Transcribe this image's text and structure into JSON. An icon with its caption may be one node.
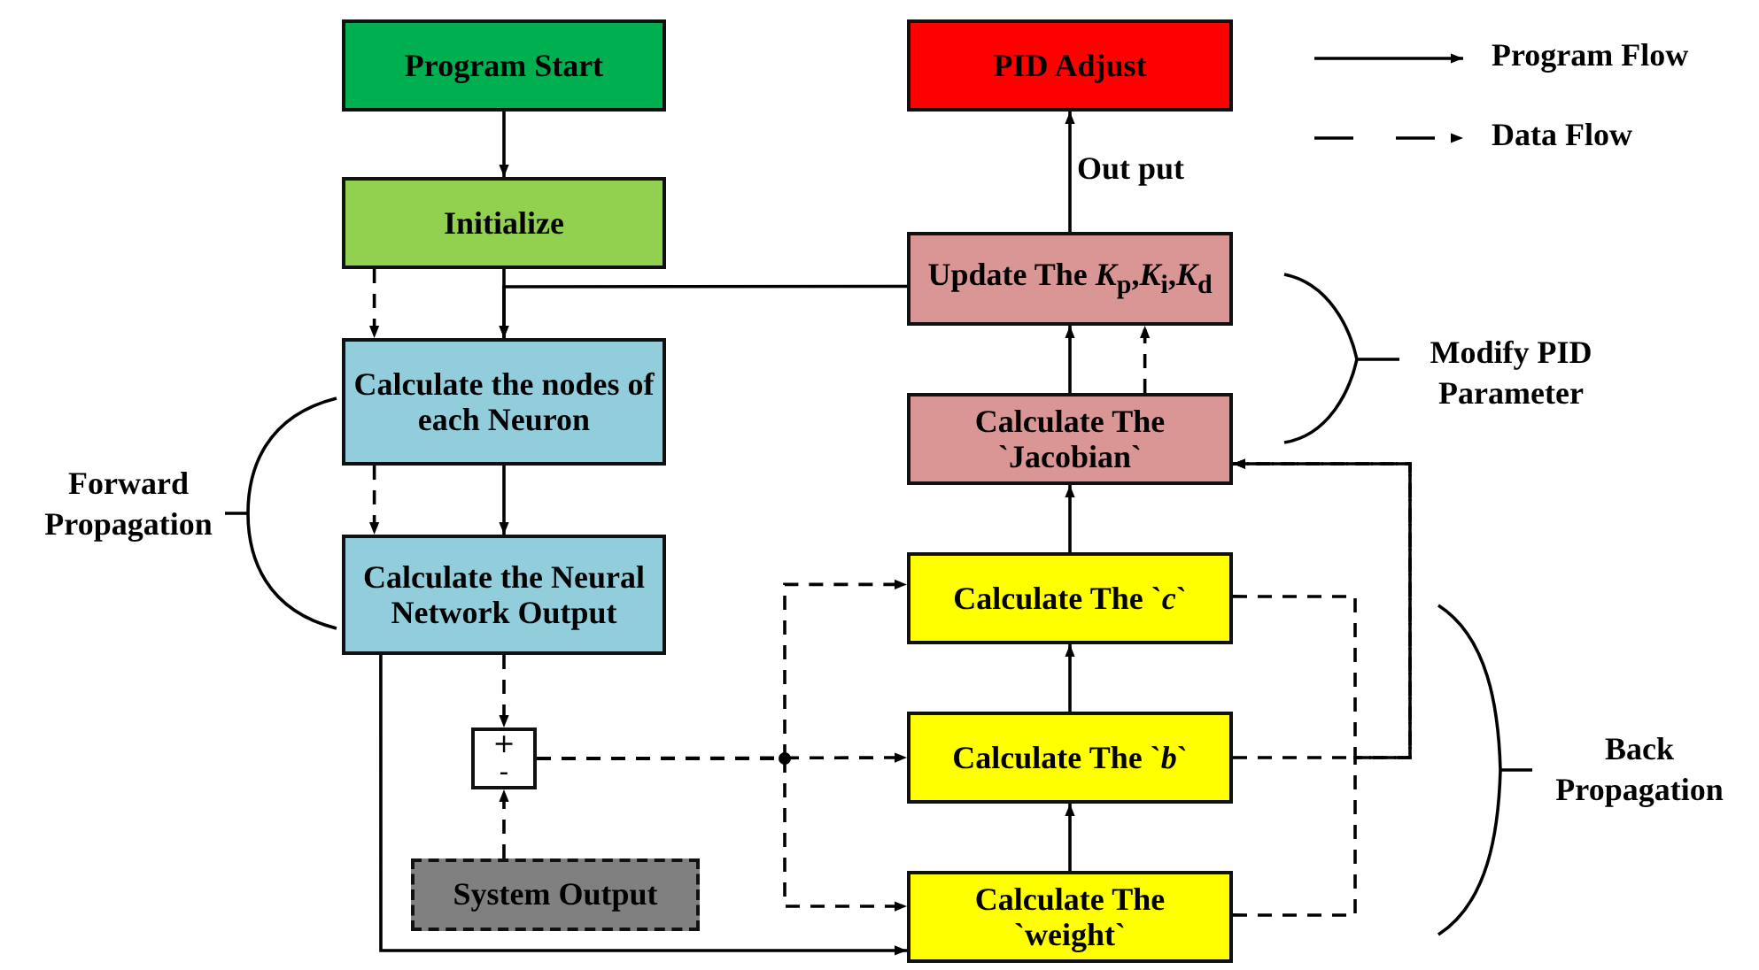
{
  "diagram": {
    "nodes": [
      {
        "text": [
          "Program Start"
        ]
      },
      {
        "text": [
          "Initialize"
        ]
      },
      {
        "text": [
          "Calculate the nodes of each Neuron"
        ]
      },
      {
        "text": [
          "Calculate the Neural Network Output"
        ]
      },
      {
        "text": [
          "+",
          "-"
        ]
      },
      {
        "text": [
          "System Output"
        ]
      },
      {
        "text": [
          "PID Adjust"
        ]
      },
      {
        "text": [
          "Update The *K*$_{p}$,*K*$_{i}$,*K*$_{d}$"
        ]
      },
      {
        "text": [
          "Calculate The `Jacobian`"
        ]
      },
      {
        "text": [
          "Calculate The `*c*`"
        ]
      },
      {
        "text": [
          "Calculate The `*b*`"
        ]
      },
      {
        "text": [
          "Calculate The `weight`"
        ]
      }
    ],
    "edges": [
      {
        "from": 0,
        "to": 1,
        "arrow": "to"
      },
      {
        "from": 1,
        "to": 2,
        "arrow": "to"
      },
      {
        "from": 1,
        "to": 2,
        "arrow": "to",
        "style": "dashed"
      },
      {
        "from": 7,
        "to": 2,
        "arrow": "to"
      },
      {
        "from": 2,
        "to": 3,
        "arrow": "to"
      },
      {
        "from": 2,
        "to": 3,
        "arrow": "to",
        "style": "dashed"
      },
      {
        "from": 3,
        "to": 4,
        "arrow": "to",
        "style": "dashed"
      },
      {
        "from": 5,
        "to": 4,
        "arrow": "to",
        "style": "dashed"
      },
      {
        "from": 4,
        "to": 10,
        "arrow": "to",
        "style": "dashed"
      },
      {
        "from": 4,
        "to": 9,
        "arrow": "to",
        "style": "dashed"
      },
      {
        "from": 4,
        "to": 11,
        "arrow": "to",
        "style": "dashed"
      },
      {
        "from": 3,
        "to": 11,
        "arrow": "to"
      },
      {
        "from": 11,
        "to": 10,
        "arrow": "to"
      },
      {
        "from": 10,
        "to": 9,
        "arrow": "to"
      },
      {
        "from": 9,
        "to": 8,
        "arrow": "to"
      },
      {
        "from": 8,
        "to": 7,
        "arrow": "to"
      },
      {
        "from": 8,
        "to": 7,
        "arrow": "to",
        "style": "dashed"
      },
      {
        "from": 7,
        "to": 6,
        "arrow": "to",
        "label": "Out put"
      },
      {
        "from": 9,
        "to": 8,
        "arrow": "to",
        "style": "dashed"
      },
      {
        "from": 10,
        "to": 8,
        "arrow": "to",
        "style": "dashed"
      },
      {
        "from": 11,
        "to": 8,
        "arrow": "to",
        "style": "dashed"
      }
    ],
    "labels": [
      "Forward Propagation",
      "Modify PID Parameter",
      "Back Propagation"
    ],
    "legend": [
      {
        "text": "Program Flow"
      },
      {
        "text": "Data Flow"
      }
    ]
  }
}
